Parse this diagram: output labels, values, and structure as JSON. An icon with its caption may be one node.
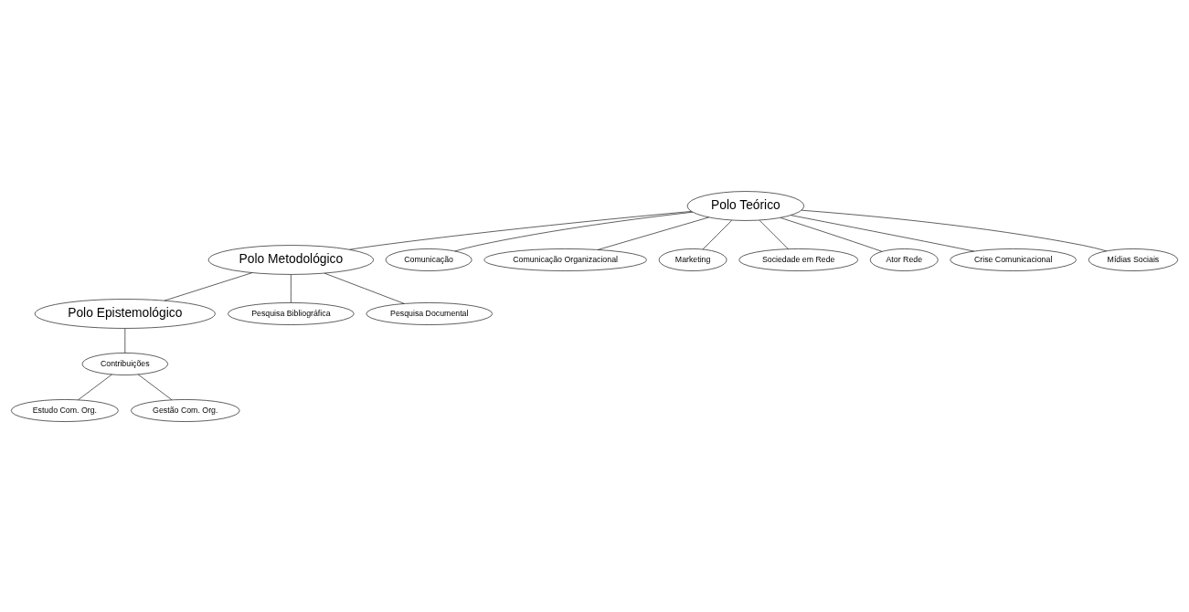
{
  "diagram": {
    "nodes": [
      {
        "text": [
          "Polo Teórico"
        ]
      },
      {
        "text": [
          "Polo Metodológico"
        ]
      },
      {
        "text": [
          "Polo Epistemológico"
        ]
      },
      {
        "text": [
          "Comunicação"
        ]
      },
      {
        "text": [
          "Comunicação Organizacional"
        ]
      },
      {
        "text": [
          "Pesquisa Bibliográfica"
        ]
      },
      {
        "text": [
          "Pesquisa Documental"
        ]
      },
      {
        "text": [
          "Contribuições"
        ]
      },
      {
        "text": [
          "Marketing"
        ]
      },
      {
        "text": [
          "Sociedade em Rede"
        ]
      },
      {
        "text": [
          "Ator Rede"
        ]
      },
      {
        "text": [
          "Crise Comunicacional"
        ]
      },
      {
        "text": [
          "Estudo Com. Org."
        ]
      },
      {
        "text": [
          "Gestão Com. Org."
        ]
      },
      {
        "text": [
          "Mídias Sociais"
        ]
      }
    ],
    "edges": [
      {
        "from": 0,
        "to": 1,
        "arrow": "none"
      },
      {
        "from": 1,
        "to": 2,
        "arrow": "none"
      },
      {
        "from": 0,
        "to": 3,
        "arrow": "none"
      },
      {
        "from": 0,
        "to": 4,
        "arrow": "none"
      },
      {
        "from": 0,
        "to": 8,
        "arrow": "none"
      },
      {
        "from": 0,
        "to": 9,
        "arrow": "none"
      },
      {
        "from": 0,
        "to": 10,
        "arrow": "none"
      },
      {
        "from": 0,
        "to": 11,
        "arrow": "none"
      },
      {
        "from": 0,
        "to": 14,
        "arrow": "none"
      },
      {
        "from": 1,
        "to": 5,
        "arrow": "none"
      },
      {
        "from": 1,
        "to": 6,
        "arrow": "none"
      },
      {
        "from": 2,
        "to": 7,
        "arrow": "none"
      },
      {
        "from": 7,
        "to": 12,
        "arrow": "none"
      },
      {
        "from": 7,
        "to": 13,
        "arrow": "none"
      }
    ]
  }
}
